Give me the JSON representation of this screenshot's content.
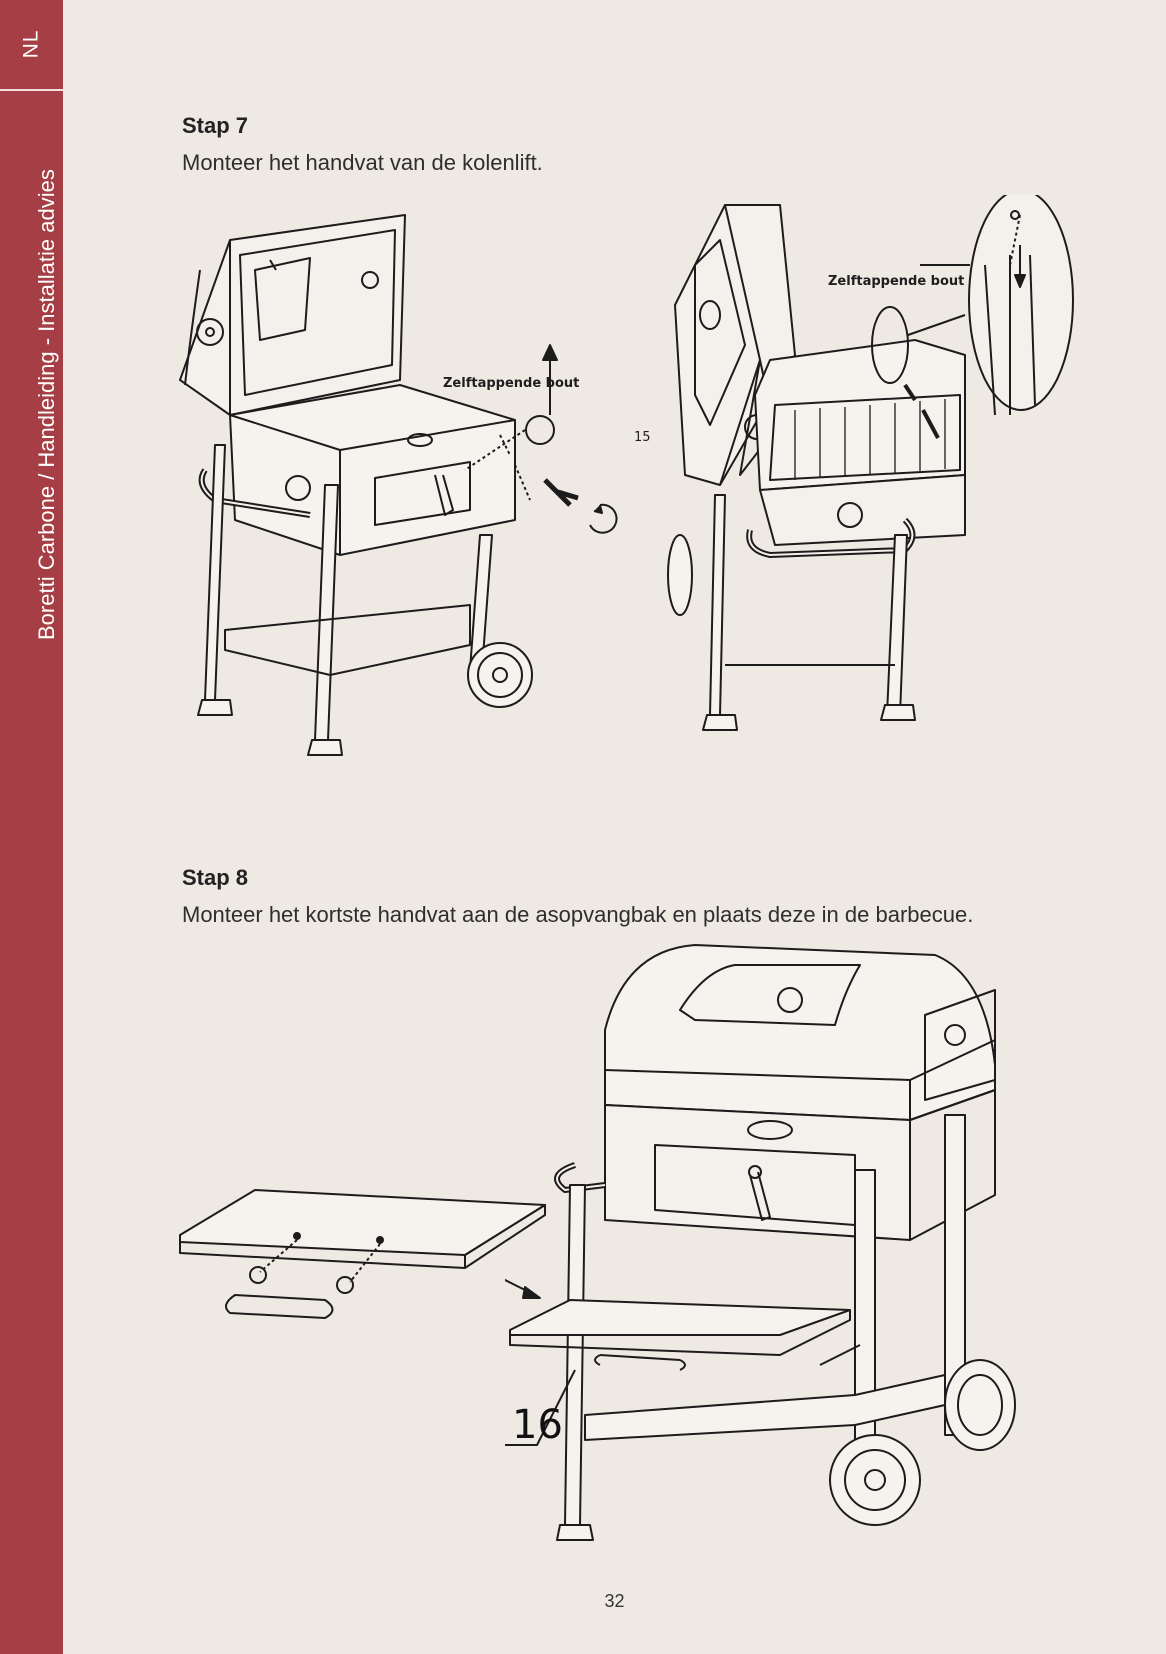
{
  "sidebar": {
    "language": "NL",
    "title": "Boretti Carbone / Handleiding - Installatie advies",
    "color": "#a63e45"
  },
  "step7": {
    "title": "Stap 7",
    "text": "Monteer het handvat van de kolenlift.",
    "callout_left": "Zelftappende bout",
    "callout_right": "Zelftappende bout",
    "part_number": "15"
  },
  "step8": {
    "title": "Stap 8",
    "text": "Monteer het kortste handvat aan de asopvangbak en plaats deze in de barbecue.",
    "part_number": "16"
  },
  "page_number": "32"
}
